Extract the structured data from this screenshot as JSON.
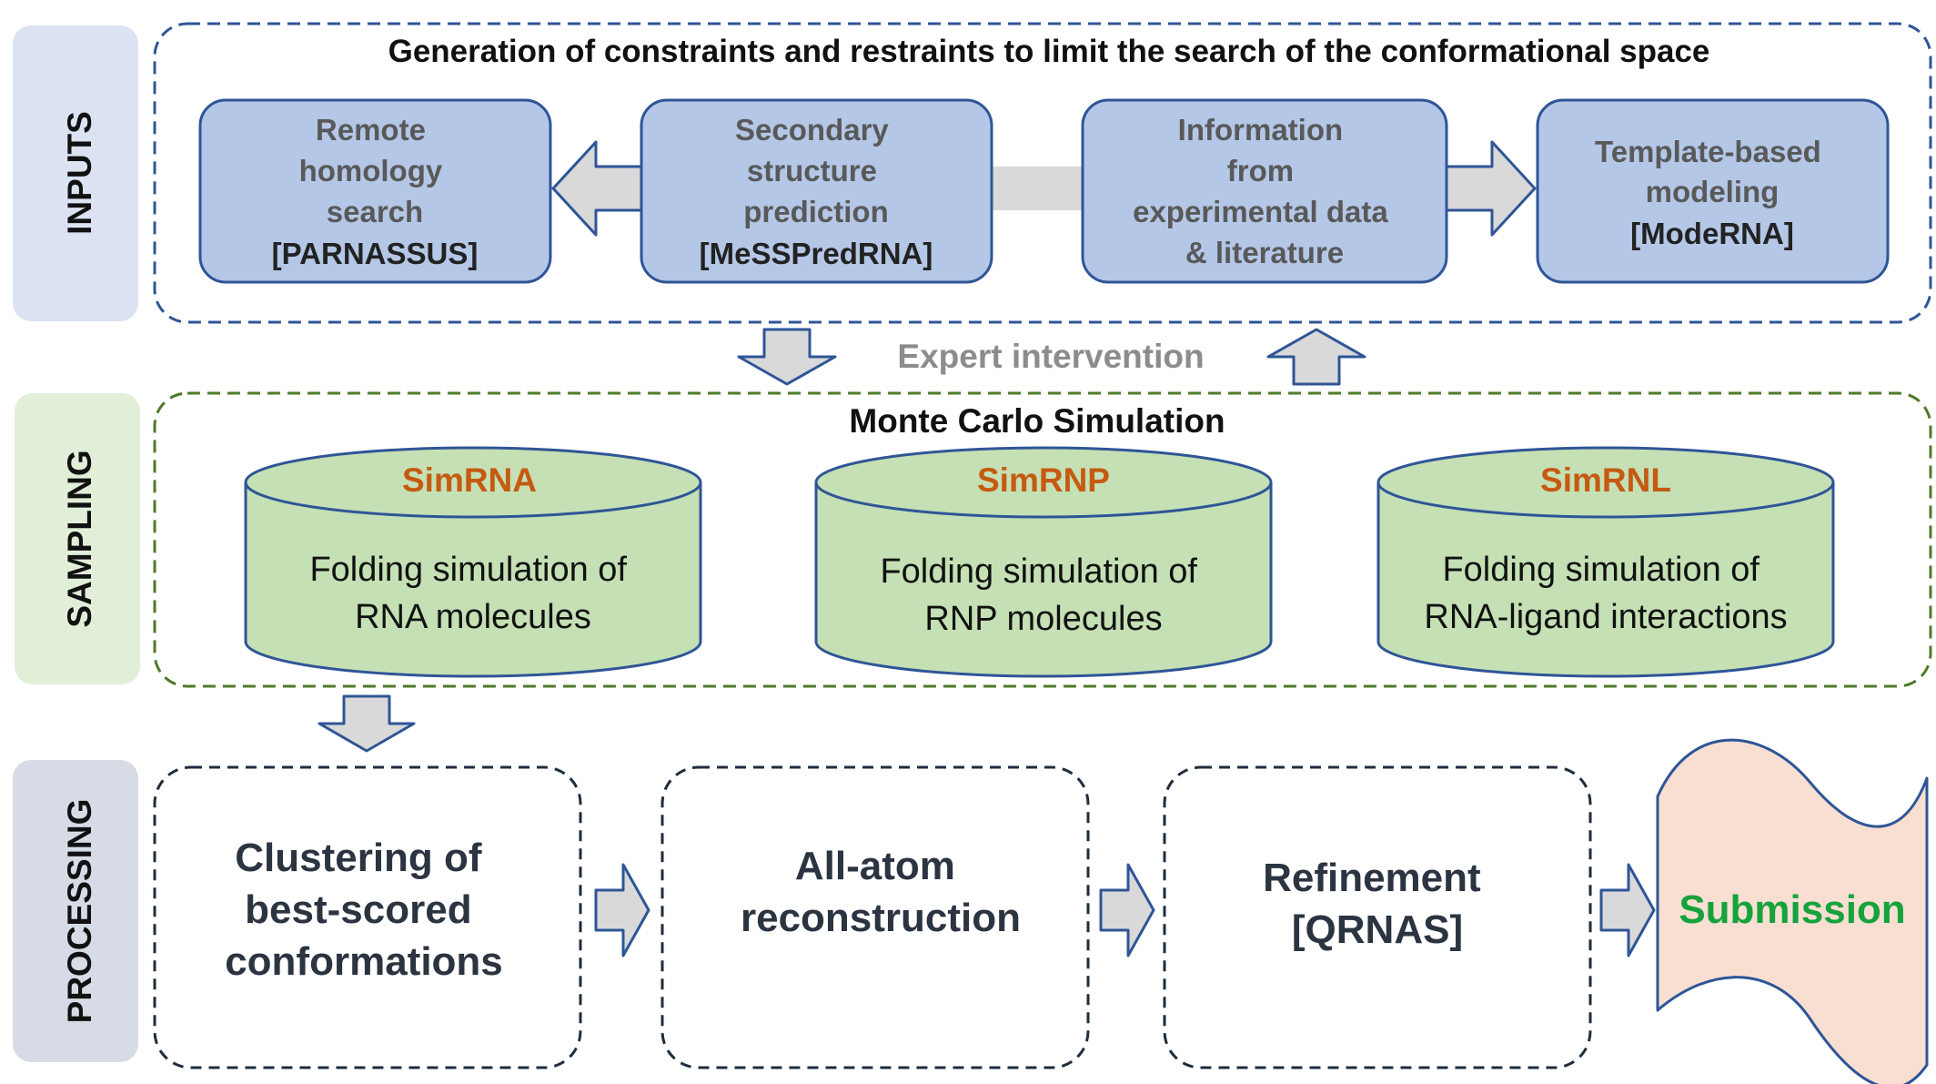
{
  "stages": {
    "inputs": "INPUTS",
    "sampling": "SAMPLING",
    "processing": "PROCESSING"
  },
  "inputs": {
    "title": "Generation of constraints and restraints to limit the search of the conformational space",
    "boxes": [
      {
        "lines": [
          "Remote",
          "homology",
          "search"
        ],
        "tool": "[PARNASSUS]"
      },
      {
        "lines": [
          "Secondary",
          "structure",
          "prediction"
        ],
        "tool": "[MeSSPredRNA]"
      },
      {
        "lines": [
          "Information",
          "from",
          "experimental data",
          "& literature"
        ],
        "tool": ""
      },
      {
        "lines": [
          "Template-based",
          "modeling"
        ],
        "tool": "[ModeRNA]"
      }
    ]
  },
  "expert_intervention": "Expert intervention",
  "sampling": {
    "title": "Monte Carlo Simulation",
    "cylinders": [
      {
        "name": "SimRNA",
        "lines": [
          "Folding simulation of",
          "RNA molecules"
        ]
      },
      {
        "name": "SimRNP",
        "lines": [
          "Folding simulation of",
          "RNP molecules"
        ]
      },
      {
        "name": "SimRNL",
        "lines": [
          "Folding simulation of",
          "RNA-ligand interactions"
        ]
      }
    ]
  },
  "processing": {
    "boxes": [
      {
        "lines": [
          "Clustering of",
          "best-scored",
          "conformations"
        ]
      },
      {
        "lines": [
          "All-atom",
          "reconstruction"
        ]
      },
      {
        "lines": [
          "Refinement",
          "[QRNAS]"
        ]
      }
    ],
    "submission": "Submission"
  },
  "colors": {
    "inputs_stage": "#dbe3f3",
    "sampling_stage": "#e1efd9",
    "processing_stage": "#d6dbe5",
    "input_box_fill": "#b4c7e7",
    "input_box_stroke": "#2f5597",
    "input_text": "#595959",
    "cylinder_fill": "#c5e0b4",
    "cylinder_stroke": "#2f5597",
    "cylinder_title": "#c55a11",
    "arrow_fill": "#d9d9d9",
    "arrow_stroke": "#2f5597",
    "submission_fill": "#f8dfd2",
    "submission_text": "#16a33d",
    "dash_blue": "#2f5597",
    "dash_green": "#4e7a2a",
    "dash_dark": "#1f2d3d"
  }
}
